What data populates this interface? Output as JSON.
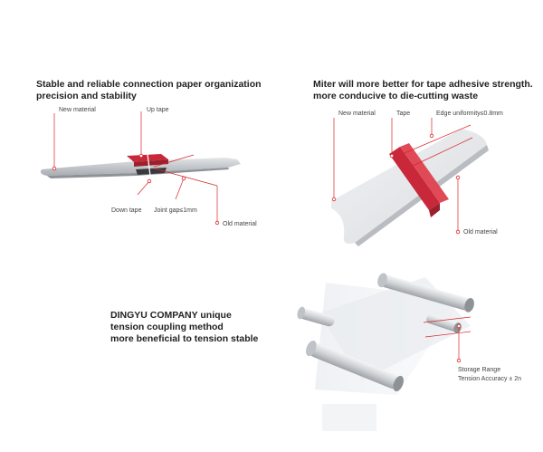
{
  "panel1": {
    "heading_line1": "Stable and reliable connection paper organization",
    "heading_line2": "precision and stability",
    "labels": {
      "new_material": "New material",
      "up_tape": "Up tape",
      "down_tape": "Down tape",
      "joint_gap": "Joint gap≤1mm",
      "old_material": "Old material"
    }
  },
  "panel2": {
    "heading_line1": "Miter will more better for tape adhesive strength.",
    "heading_line2": "more conducive to die-cutting waste",
    "labels": {
      "new_material": "New material",
      "tape": "Tape",
      "edge_uniformity": "Edge uniformity≤0.8mm",
      "old_material": "Old material"
    }
  },
  "panel3": {
    "heading_line1": "DINGYU COMPANY unique",
    "heading_line2": "tension coupling method",
    "heading_line3": "more beneficial to tension stable",
    "labels": {
      "storage_range": "Storage Range",
      "tension_accuracy": "Tension Accuracy ± 2n"
    }
  },
  "colors": {
    "accent": "#d9252b",
    "tape": "#c8283a",
    "strip": "#c9ccd0",
    "text": "#222222"
  }
}
